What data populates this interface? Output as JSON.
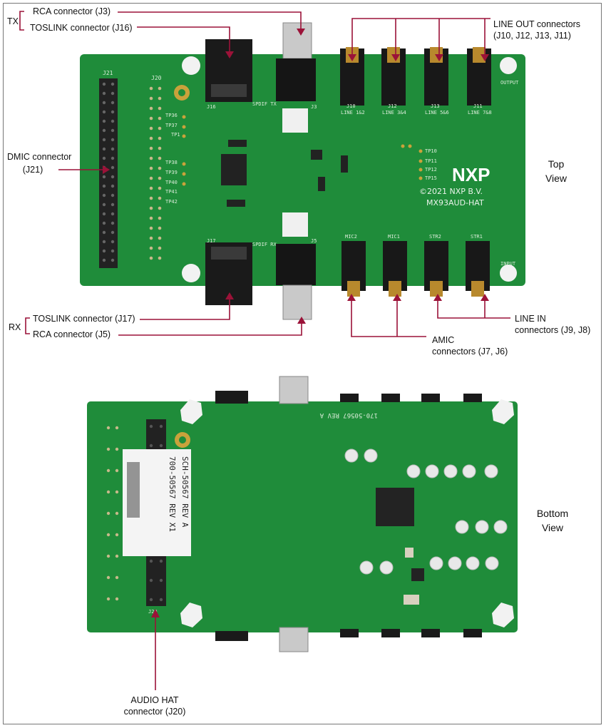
{
  "colors": {
    "pcb_green": "#1f8c3a",
    "callout_line": "#9b1238",
    "silkscreen": "#d9ecd8"
  },
  "callouts": {
    "tx_bracket": "TX",
    "rx_bracket": "RX",
    "rca_j3": "RCA connector (J3)",
    "toslink_j16": "TOSLINK connector (J16)",
    "line_out_line1": "LINE OUT connectors",
    "line_out_line2": "(J10, J12, J13, J11)",
    "dmic_line1": "DMIC connector",
    "dmic_line2": "(J21)",
    "top_view_line1": "Top",
    "top_view_line2": "View",
    "toslink_j17": "TOSLINK connector (J17)",
    "rca_j5": "RCA connector (J5)",
    "line_in_line1": "LINE IN",
    "line_in_line2": "connectors (J9, J8)",
    "amic_line1": "AMIC",
    "amic_line2": "connectors (J7, J6)",
    "bottom_view_line1": "Bottom",
    "bottom_view_line2": "View",
    "audio_hat_line1": "AUDIO HAT",
    "audio_hat_line2": "connector (J20)"
  },
  "board_top": {
    "logo": "NXP",
    "copyright": "©2021 NXP B.V.",
    "model": "MX93AUD-HAT",
    "output_label": "OUTPUT",
    "input_label": "INPUT",
    "spdif_tx": "SPDIF TX",
    "spdif_rx": "SPDIF RX",
    "j16": "J16",
    "j17": "J17",
    "j3": "J3",
    "j5": "J5",
    "j21": "J21",
    "j20": "J20",
    "line_out_silk": [
      "LINE 1&2",
      "LINE 3&4",
      "LINE 5&6",
      "LINE 7&8"
    ],
    "line_out_refs": [
      "J10",
      "J12",
      "J13",
      "J11"
    ],
    "mic_silk": [
      "MIC2",
      "MIC1",
      "STR2",
      "STR1"
    ],
    "tp_labels": [
      "TP36",
      "TP37",
      "TP1",
      "TP38",
      "TP39",
      "TP40",
      "TP41",
      "TP42",
      "TP10",
      "TP11",
      "TP12",
      "TP15"
    ]
  },
  "board_bottom": {
    "sticker_line1": "SCH-50567 REV A",
    "sticker_line2": "700-50567 REV X1",
    "pcb_rev": "170-50567 REV A",
    "j20": "J20"
  }
}
